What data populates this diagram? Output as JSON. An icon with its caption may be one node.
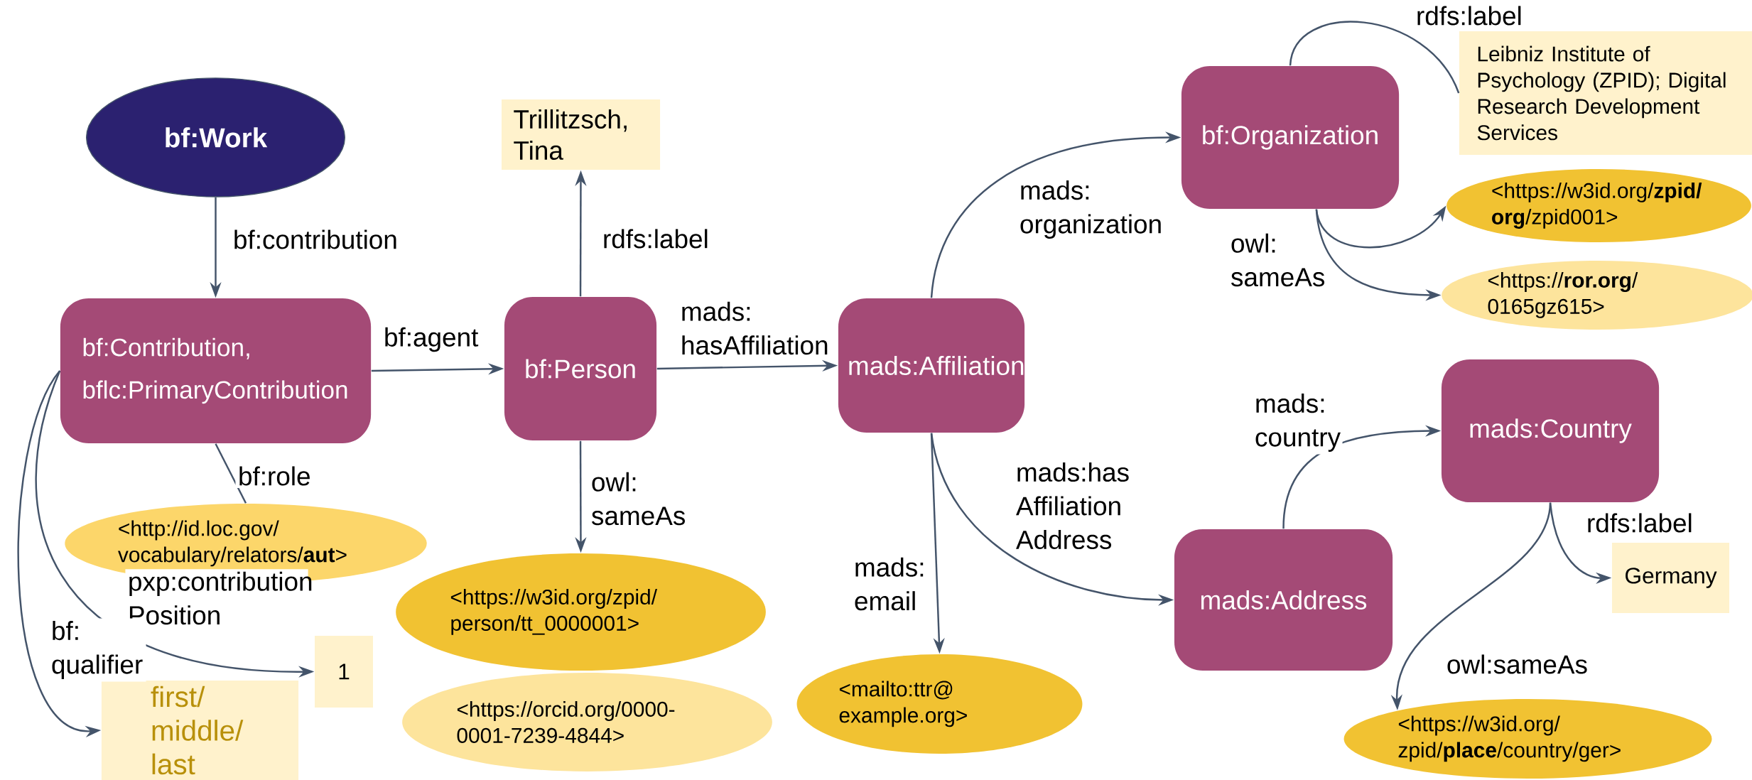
{
  "diagram": {
    "nodes": [
      {
        "text": [
          "bf:Work"
        ]
      },
      {
        "text": [
          "bf:Contribution, bflc:PrimaryContribution"
        ]
      },
      {
        "text": [
          "Trillitzsch, Tina"
        ]
      },
      {
        "text": [
          "bf:Person"
        ]
      },
      {
        "text": [
          "mads:Affiliation"
        ]
      },
      {
        "text": [
          "bf:Organization"
        ]
      },
      {
        "text": [
          "Leibniz Institute of Psychology (ZPID); Digital Research Development Services"
        ]
      },
      {
        "text": [
          "<https://w3id.org/**zpid/org**/zpid001>"
        ]
      },
      {
        "text": [
          "<https://**ror.org**/0165gz615>"
        ]
      },
      {
        "text": [
          "<http://id.loc.gov/vocabulary/relators/**aut**>"
        ]
      },
      {
        "text": [
          "<https://w3id.org/zpid/person/tt_0000001>"
        ]
      },
      {
        "text": [
          "<https://orcid.org/0000-0001-7239-4844>"
        ]
      },
      {
        "text": [
          "1"
        ]
      },
      {
        "text": [
          "first/ middle/ last"
        ]
      },
      {
        "text": [
          "<mailto:ttr@example.org>"
        ]
      },
      {
        "text": [
          "mads:Address"
        ]
      },
      {
        "text": [
          "mads:Country"
        ]
      },
      {
        "text": [
          "Germany"
        ]
      },
      {
        "text": [
          "<https://w3id.org/zpid/**place**/country/ger>"
        ]
      }
    ],
    "edges": [
      {
        "from": 0,
        "to": 1,
        "arrow": "to",
        "label": "bf:contribution"
      },
      {
        "from": 1,
        "to": 3,
        "arrow": "to",
        "label": "bf:agent"
      },
      {
        "from": 3,
        "to": 2,
        "arrow": "to",
        "label": "rdfs:label"
      },
      {
        "from": 3,
        "to": 4,
        "arrow": "to",
        "label": "mads: hasAffiliation"
      },
      {
        "from": 1,
        "to": 9,
        "arrow": "none",
        "label": "bf:role"
      },
      {
        "from": 3,
        "to": 10,
        "arrow": "to",
        "label": "owl: sameAs"
      },
      {
        "from": 1,
        "to": 12,
        "arrow": "to",
        "label": "pxp:contribution Position"
      },
      {
        "from": 1,
        "to": 13,
        "arrow": "to",
        "label": "bf: qualifier"
      },
      {
        "from": 4,
        "to": 5,
        "arrow": "to",
        "label": "mads: organization"
      },
      {
        "from": 5,
        "to": 6,
        "arrow": "none",
        "label": "rdfs:label"
      },
      {
        "from": 5,
        "to": 7,
        "arrow": "to"
      },
      {
        "from": 5,
        "to": 8,
        "arrow": "to",
        "label": "owl: sameAs"
      },
      {
        "from": 4,
        "to": 14,
        "arrow": "to",
        "label": "mads: email"
      },
      {
        "from": 4,
        "to": 15,
        "arrow": "to",
        "label": "mads:has Affiliation Address"
      },
      {
        "from": 15,
        "to": 16,
        "arrow": "to",
        "label": "mads: country"
      },
      {
        "from": 16,
        "to": 17,
        "arrow": "to",
        "label": "rdfs:label"
      },
      {
        "from": 16,
        "to": 18,
        "arrow": "to",
        "label": "owl:sameAs"
      }
    ]
  }
}
